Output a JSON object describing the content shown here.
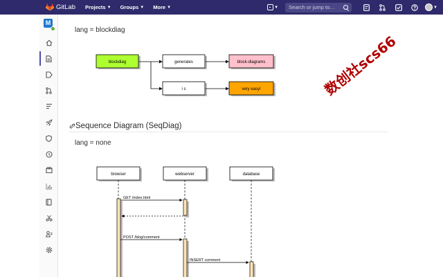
{
  "topbar": {
    "brand": "GitLab",
    "nav": [
      {
        "label": "Projects"
      },
      {
        "label": "Groups"
      },
      {
        "label": "More"
      }
    ],
    "search_placeholder": "Search or jump to…"
  },
  "sidebar": {
    "project_initial": "M",
    "icons": [
      "home-icon",
      "document-icon",
      "issues-icon",
      "merge-request-icon",
      "list-icon",
      "rocket-icon",
      "shield-icon",
      "cloud-icon",
      "package-icon",
      "chart-icon",
      "book-icon",
      "snippets-icon",
      "members-icon",
      "settings-icon"
    ]
  },
  "content": {
    "section1_lang": "lang = blockdiag",
    "blockdiag": {
      "nodes": [
        {
          "id": "blockdiag",
          "label": "blockdiag",
          "fill": "#adff2f"
        },
        {
          "id": "generates",
          "label": "generates",
          "fill": "#ffffff"
        },
        {
          "id": "block-diagrams",
          "label": "block-diagrams",
          "fill": "#ffc0cb"
        },
        {
          "id": "is",
          "label": "i s",
          "fill": "#ffffff"
        },
        {
          "id": "very-easy",
          "label": "very easy!",
          "fill": "#ffa500"
        }
      ]
    },
    "section2_title": "Sequence Diagram (SeqDiag)",
    "section2_lang": "lang = none",
    "seqdiag": {
      "actors": [
        "browser",
        "webserver",
        "database"
      ],
      "messages": [
        "GET /index.html",
        "POST /blog/comment",
        "INSERT comment"
      ]
    }
  },
  "watermark": "数创社scs66"
}
